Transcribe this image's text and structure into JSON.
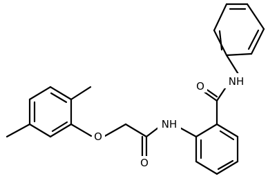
{
  "diagram": {
    "atoms": {
      "amide_oxygen": "O",
      "amide_nitrogen": "NH",
      "ether_oxygen": "O",
      "anilide_nitrogen": "NH",
      "carbonyl_oxygen": "O"
    }
  }
}
